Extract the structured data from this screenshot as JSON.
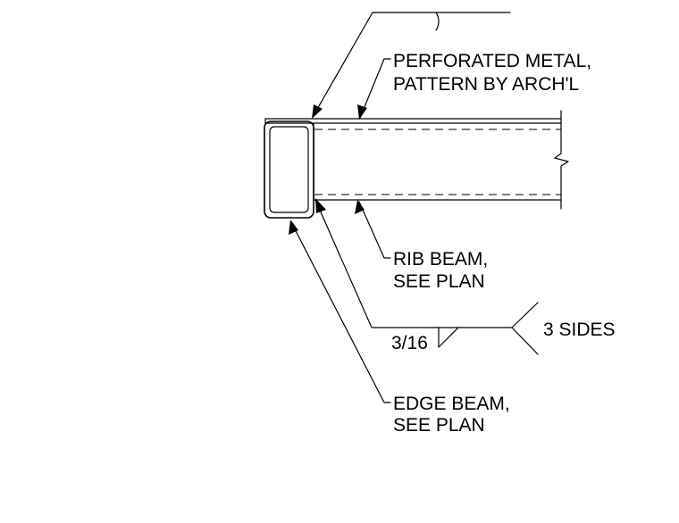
{
  "notes": {
    "perforated_metal": [
      "PERFORATED METAL,",
      "PATTERN BY ARCH'L"
    ],
    "rib_beam": [
      "RIB BEAM,",
      "SEE PLAN"
    ],
    "edge_beam": [
      "EDGE BEAM,",
      "SEE PLAN"
    ]
  },
  "weld_symbol": {
    "size": "3/16",
    "tail_note": "3 SIDES"
  }
}
